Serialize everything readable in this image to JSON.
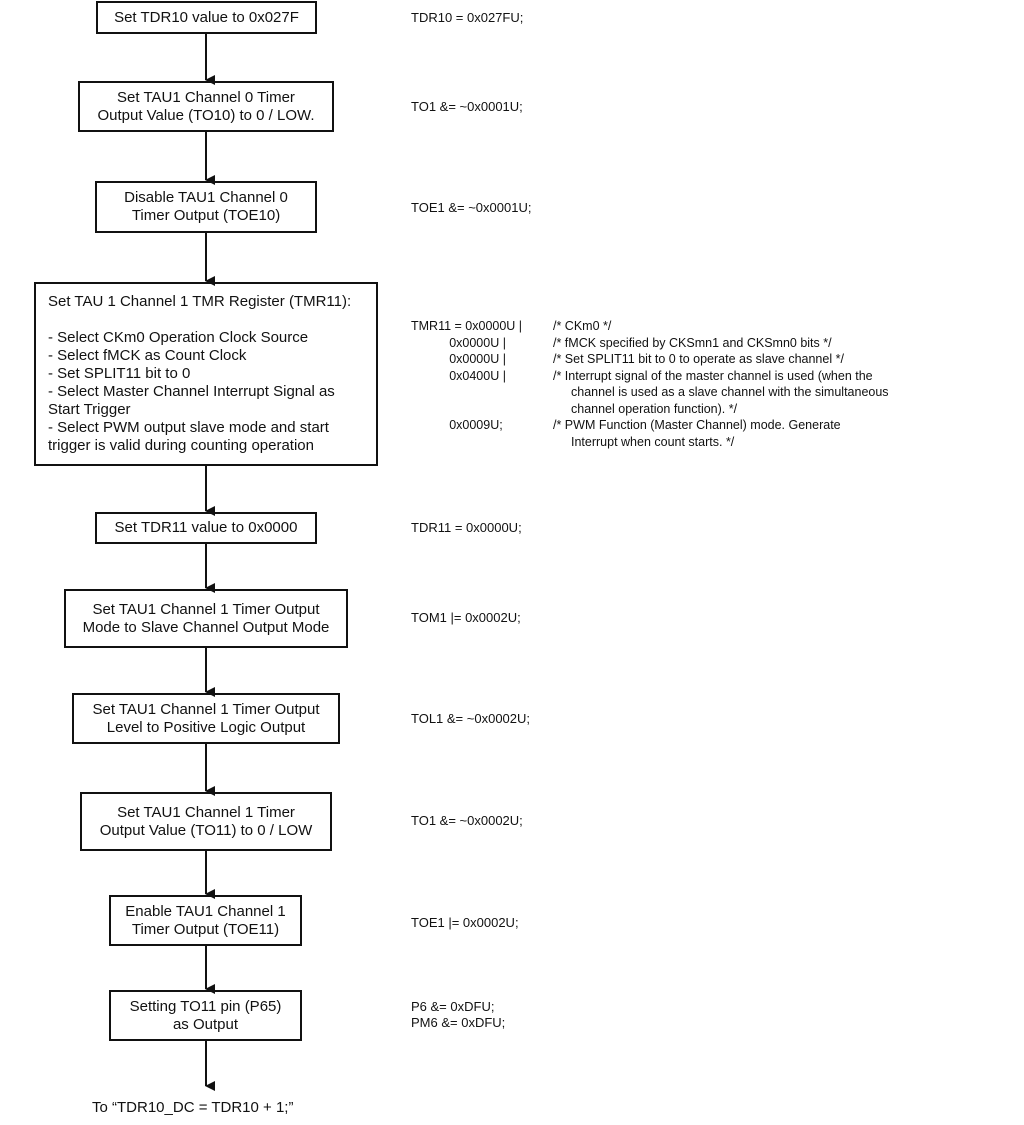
{
  "steps": [
    {
      "lines": [
        "Set TDR10 value to 0x027F"
      ],
      "code": [
        "TDR10 = 0x027FU;"
      ]
    },
    {
      "lines": [
        "Set TAU1 Channel 0 Timer",
        "Output Value (TO10) to 0 / LOW."
      ],
      "code": [
        "TO1 &= ~0x0001U;"
      ]
    },
    {
      "lines": [
        "Disable TAU1 Channel 0",
        "Timer Output (TOE10)"
      ],
      "code": [
        "TOE1 &= ~0x0001U;"
      ]
    },
    {
      "lines": [
        "Set TAU 1 Channel 1 TMR Register (TMR11):",
        "",
        "- Select CKm0 Operation Clock Source",
        "- Select fMCK as Count Clock",
        "- Set SPLIT11 bit to 0",
        "- Select Master Channel Interrupt Signal as",
        "Start Trigger",
        "- Select PWM output slave mode and start",
        "trigger is valid during counting operation"
      ],
      "code": []
    },
    {
      "lines": [
        "Set TDR11 value to 0x0000"
      ],
      "code": [
        "TDR11 = 0x0000U;"
      ]
    },
    {
      "lines": [
        "Set TAU1 Channel 1 Timer Output",
        "Mode to Slave Channel Output Mode"
      ],
      "code": [
        "TOM1 |= 0x0002U;"
      ]
    },
    {
      "lines": [
        "Set TAU1 Channel 1 Timer Output",
        "Level to Positive Logic Output"
      ],
      "code": [
        "TOL1 &= ~0x0002U;"
      ]
    },
    {
      "lines": [
        "Set TAU1 Channel 1 Timer",
        "Output Value (TO11) to 0 / LOW"
      ],
      "code": [
        "TO1 &= ~0x0002U;"
      ]
    },
    {
      "lines": [
        "Enable TAU1 Channel 1",
        "Timer Output (TOE11)"
      ],
      "code": [
        "TOE1 |= 0x0002U;"
      ]
    },
    {
      "lines": [
        "Setting TO11 pin (P65)",
        "as Output"
      ],
      "code": [
        "P6 &= 0xDFU;",
        "PM6 &= 0xDFU;"
      ]
    }
  ],
  "tmr_code": [
    {
      "value": "TMR11 = 0x0000U |",
      "comment": [
        "/* CKm0 */"
      ]
    },
    {
      "value": "           0x0000U |",
      "comment": [
        "/* fMCK specified by CKSmn1 and CKSmn0 bits */"
      ]
    },
    {
      "value": "           0x0000U |",
      "comment": [
        "/* Set SPLIT11 bit to 0 to operate as slave channel */"
      ]
    },
    {
      "value": "           0x0400U |",
      "comment": [
        "/* Interrupt signal of the master channel is used (when the",
        "channel is used as a slave channel with the simultaneous",
        "channel operation function). */"
      ]
    },
    {
      "value": "           0x0009U;",
      "comment": [
        "/* PWM Function (Master Channel) mode. Generate",
        "Interrupt when count starts. */"
      ]
    }
  ],
  "footer": "To “TDR10_DC = TDR10 + 1;”"
}
